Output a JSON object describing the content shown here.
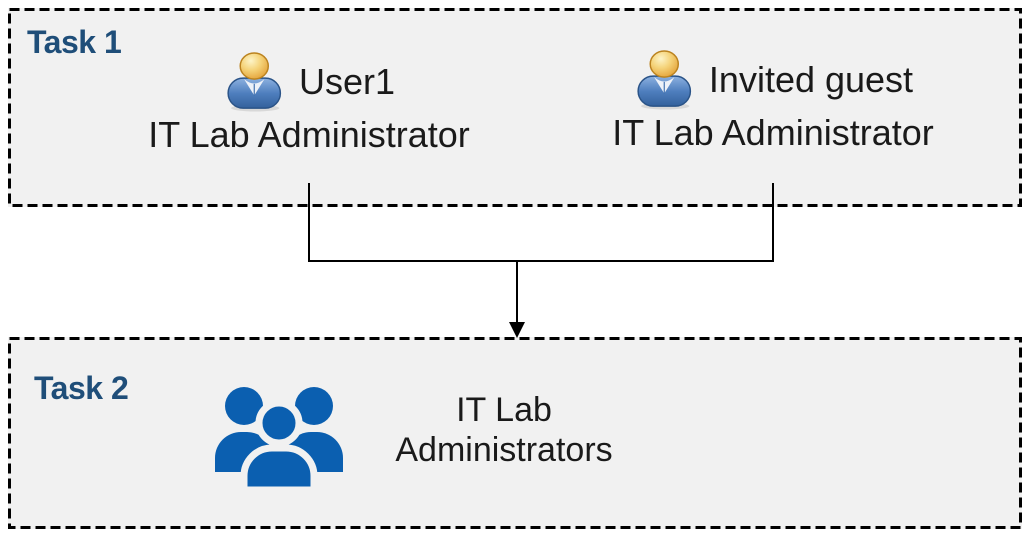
{
  "colors": {
    "background": "#ffffff",
    "box_fill": "#f1f1f1",
    "box_border": "#000000",
    "task_label": "#1f4e79",
    "text": "#1a1a1a",
    "connector": "#000000",
    "group_icon_blue": "#0b5fb0",
    "person_head_gold": "#e8a93c",
    "person_body_blue": "#4f7fbe"
  },
  "task1": {
    "label": "Task 1",
    "personas": [
      {
        "icon": "person-icon",
        "name": "User1",
        "role": "IT Lab Administrator"
      },
      {
        "icon": "person-icon",
        "name": "Invited guest",
        "role": "IT Lab Administrator"
      }
    ]
  },
  "task2": {
    "label": "Task 2",
    "icon": "people-group-icon",
    "group_name": "IT Lab Administrators"
  },
  "connector": {
    "type": "merge-arrow",
    "from": [
      "User1",
      "Invited guest"
    ],
    "to": "IT Lab Administrators"
  }
}
